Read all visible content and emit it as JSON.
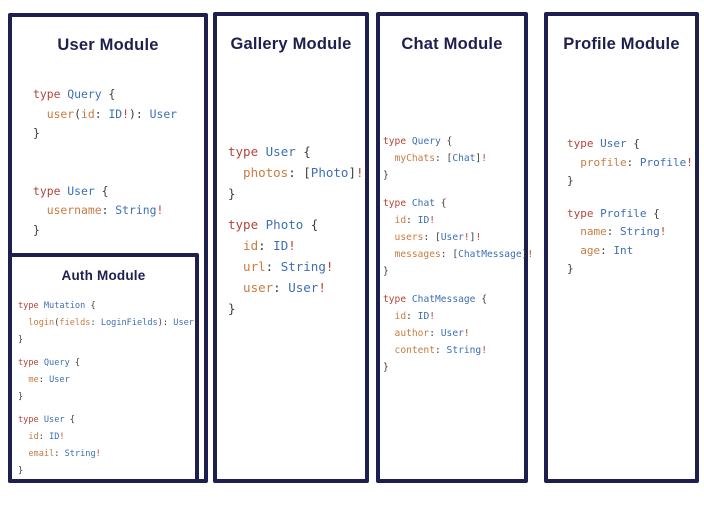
{
  "colors": {
    "background": "#ffffff",
    "panel_border": "#1d1f4e",
    "title_text": "#1d1f4e",
    "code_keyword": "#b2453a",
    "code_type": "#3d6fb4",
    "code_field": "#c97c43",
    "code_punctuation": "#3d3d3d",
    "code_bang": "#bb4136"
  },
  "modules": {
    "user": {
      "title": "User Module",
      "code": [
        [
          [
            [
              "k",
              "type "
            ],
            [
              "t",
              "Query "
            ],
            [
              "p",
              "{"
            ]
          ],
          [
            [
              "f",
              "  user"
            ],
            [
              "p",
              "("
            ],
            [
              "f",
              "id"
            ],
            [
              "p",
              ": "
            ],
            [
              "t",
              "ID"
            ],
            [
              "b",
              "!"
            ],
            [
              "p",
              "): "
            ],
            [
              "t",
              "User"
            ]
          ],
          [
            [
              "p",
              "}"
            ]
          ]
        ],
        [
          [
            [
              "k",
              "type "
            ],
            [
              "t",
              "User "
            ],
            [
              "p",
              "{"
            ]
          ],
          [
            [
              "f",
              "  username"
            ],
            [
              "p",
              ": "
            ],
            [
              "t",
              "String"
            ],
            [
              "b",
              "!"
            ]
          ],
          [
            [
              "p",
              "}"
            ]
          ]
        ]
      ]
    },
    "auth": {
      "title": "Auth Module",
      "code": [
        [
          [
            [
              "k",
              "type "
            ],
            [
              "t",
              "Mutation "
            ],
            [
              "p",
              "{"
            ]
          ],
          [
            [
              "f",
              "  login"
            ],
            [
              "p",
              "("
            ],
            [
              "f",
              "fields"
            ],
            [
              "p",
              ": "
            ],
            [
              "t",
              "LoginFields"
            ],
            [
              "p",
              "): "
            ],
            [
              "t",
              "User"
            ]
          ],
          [
            [
              "p",
              "}"
            ]
          ]
        ],
        [
          [
            [
              "k",
              "type "
            ],
            [
              "t",
              "Query "
            ],
            [
              "p",
              "{"
            ]
          ],
          [
            [
              "f",
              "  me"
            ],
            [
              "p",
              ": "
            ],
            [
              "t",
              "User"
            ]
          ],
          [
            [
              "p",
              "}"
            ]
          ]
        ],
        [
          [
            [
              "k",
              "type "
            ],
            [
              "t",
              "User "
            ],
            [
              "p",
              "{"
            ]
          ],
          [
            [
              "f",
              "  id"
            ],
            [
              "p",
              ": "
            ],
            [
              "t",
              "ID"
            ],
            [
              "b",
              "!"
            ]
          ],
          [
            [
              "f",
              "  email"
            ],
            [
              "p",
              ": "
            ],
            [
              "t",
              "String"
            ],
            [
              "b",
              "!"
            ]
          ],
          [
            [
              "p",
              "}"
            ]
          ]
        ]
      ]
    },
    "gallery": {
      "title": "Gallery Module",
      "code": [
        [
          [
            [
              "k",
              "type "
            ],
            [
              "t",
              "User "
            ],
            [
              "p",
              "{"
            ]
          ],
          [
            [
              "f",
              "  photos"
            ],
            [
              "p",
              ": ["
            ],
            [
              "t",
              "Photo"
            ],
            [
              "p",
              "]"
            ],
            [
              "b",
              "!"
            ]
          ],
          [
            [
              "p",
              "}"
            ]
          ]
        ],
        [
          [
            [
              "k",
              "type "
            ],
            [
              "t",
              "Photo "
            ],
            [
              "p",
              "{"
            ]
          ],
          [
            [
              "f",
              "  id"
            ],
            [
              "p",
              ": "
            ],
            [
              "t",
              "ID"
            ],
            [
              "b",
              "!"
            ]
          ],
          [
            [
              "f",
              "  url"
            ],
            [
              "p",
              ": "
            ],
            [
              "t",
              "String"
            ],
            [
              "b",
              "!"
            ]
          ],
          [
            [
              "f",
              "  user"
            ],
            [
              "p",
              ": "
            ],
            [
              "t",
              "User"
            ],
            [
              "b",
              "!"
            ]
          ],
          [
            [
              "p",
              "}"
            ]
          ]
        ]
      ]
    },
    "chat": {
      "title": "Chat Module",
      "code": [
        [
          [
            [
              "k",
              "type "
            ],
            [
              "t",
              "Query "
            ],
            [
              "p",
              "{"
            ]
          ],
          [
            [
              "f",
              "  myChats"
            ],
            [
              "p",
              ": ["
            ],
            [
              "t",
              "Chat"
            ],
            [
              "p",
              "]"
            ],
            [
              "b",
              "!"
            ]
          ],
          [
            [
              "p",
              "}"
            ]
          ]
        ],
        [
          [
            [
              "k",
              "type "
            ],
            [
              "t",
              "Chat "
            ],
            [
              "p",
              "{"
            ]
          ],
          [
            [
              "f",
              "  id"
            ],
            [
              "p",
              ": "
            ],
            [
              "t",
              "ID"
            ],
            [
              "b",
              "!"
            ]
          ],
          [
            [
              "f",
              "  users"
            ],
            [
              "p",
              ": ["
            ],
            [
              "t",
              "User"
            ],
            [
              "b",
              "!"
            ],
            [
              "p",
              "]"
            ],
            [
              "b",
              "!"
            ]
          ],
          [
            [
              "f",
              "  messages"
            ],
            [
              "p",
              ": ["
            ],
            [
              "t",
              "ChatMessage"
            ],
            [
              "p",
              "]"
            ],
            [
              "b",
              "!"
            ]
          ],
          [
            [
              "p",
              "}"
            ]
          ]
        ],
        [
          [
            [
              "k",
              "type "
            ],
            [
              "t",
              "ChatMessage "
            ],
            [
              "p",
              "{"
            ]
          ],
          [
            [
              "f",
              "  id"
            ],
            [
              "p",
              ": "
            ],
            [
              "t",
              "ID"
            ],
            [
              "b",
              "!"
            ]
          ],
          [
            [
              "f",
              "  author"
            ],
            [
              "p",
              ": "
            ],
            [
              "t",
              "User"
            ],
            [
              "b",
              "!"
            ]
          ],
          [
            [
              "f",
              "  content"
            ],
            [
              "p",
              ": "
            ],
            [
              "t",
              "String"
            ],
            [
              "b",
              "!"
            ]
          ],
          [
            [
              "p",
              "}"
            ]
          ]
        ]
      ]
    },
    "profile": {
      "title": "Profile Module",
      "code": [
        [
          [
            [
              "k",
              "type "
            ],
            [
              "t",
              "User "
            ],
            [
              "p",
              "{"
            ]
          ],
          [
            [
              "f",
              "  profile"
            ],
            [
              "p",
              ": "
            ],
            [
              "t",
              "Profile"
            ],
            [
              "b",
              "!"
            ]
          ],
          [
            [
              "p",
              "}"
            ]
          ]
        ],
        [
          [
            [
              "k",
              "type "
            ],
            [
              "t",
              "Profile "
            ],
            [
              "p",
              "{"
            ]
          ],
          [
            [
              "f",
              "  name"
            ],
            [
              "p",
              ": "
            ],
            [
              "t",
              "String"
            ],
            [
              "b",
              "!"
            ]
          ],
          [
            [
              "f",
              "  age"
            ],
            [
              "p",
              ": "
            ],
            [
              "t",
              "Int"
            ]
          ],
          [
            [
              "p",
              "}"
            ]
          ]
        ]
      ]
    }
  }
}
